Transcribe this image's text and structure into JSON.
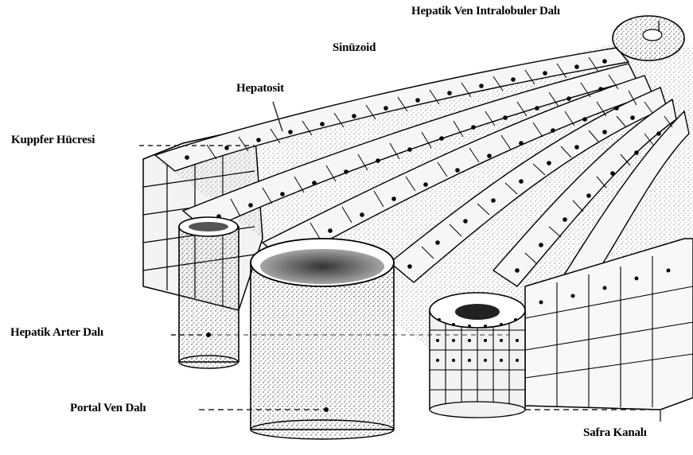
{
  "labels": {
    "central_vein": "Hepatik Ven Intralobuler Dalı",
    "sinusoid": "Sinüzoid",
    "hepatocyte": "Hepatosit",
    "kupffer": "Kuppfer Hücresi",
    "hepatic_artery": "Hepatik Arter Dalı",
    "portal_vein": "Portal Ven Dalı",
    "bile_duct": "Safra Kanalı"
  },
  "colors": {
    "ink": "#000000",
    "paper": "#ffffff",
    "stipple": "#3a3a3a",
    "cell": "#f4f4f4",
    "leader": "#222222"
  }
}
